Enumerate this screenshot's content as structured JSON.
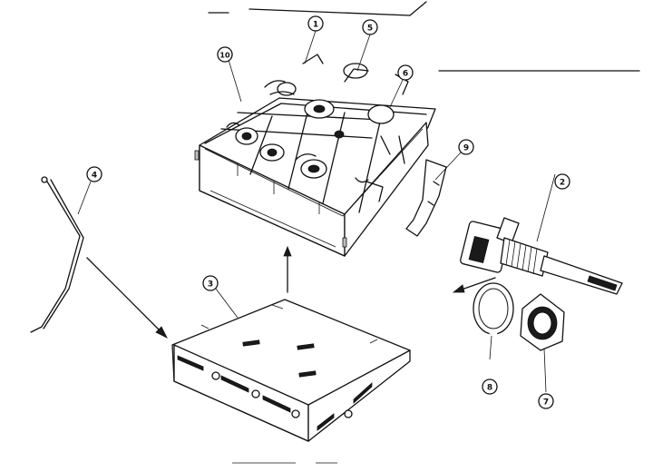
{
  "diagram": {
    "callouts": [
      {
        "id": "callout-1",
        "label": "1"
      },
      {
        "id": "callout-2",
        "label": "2"
      },
      {
        "id": "callout-3",
        "label": "3"
      },
      {
        "id": "callout-4",
        "label": "4"
      },
      {
        "id": "callout-5",
        "label": "5"
      },
      {
        "id": "callout-6",
        "label": "6"
      },
      {
        "id": "callout-7",
        "label": "7"
      },
      {
        "id": "callout-8",
        "label": "8"
      },
      {
        "id": "callout-9",
        "label": "9"
      },
      {
        "id": "callout-10",
        "label": "10"
      }
    ]
  }
}
